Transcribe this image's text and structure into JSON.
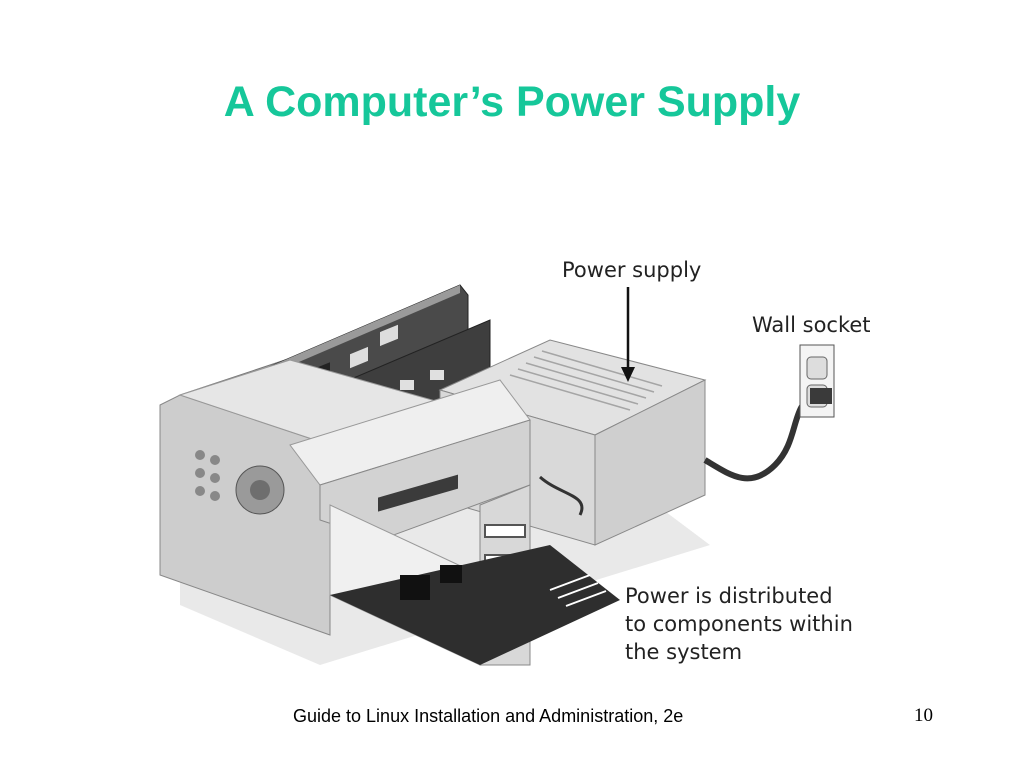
{
  "slide": {
    "title": "A Computer’s Power Supply",
    "footer": "Guide to Linux Installation and Administration, 2e",
    "page_number": "10"
  },
  "figure": {
    "label_power_supply": "Power supply",
    "label_wall_socket": "Wall socket",
    "label_distribution_1": "Power is distributed",
    "label_distribution_2": "to components within",
    "label_distribution_3": "the system"
  },
  "colors": {
    "title": "#16c79a"
  },
  "icons": [
    "computer-case-illustration",
    "power-supply-unit",
    "wall-socket-icon",
    "power-cable",
    "down-arrow-icon"
  ]
}
